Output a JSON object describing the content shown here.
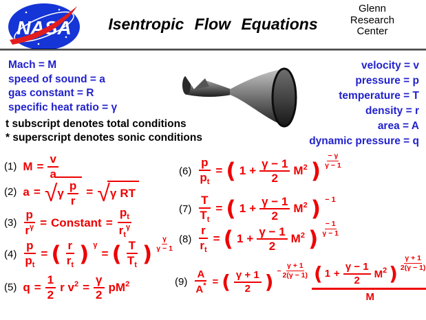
{
  "header": {
    "logo_text": "NASA",
    "title": "Isentropic Flow Equations",
    "org": [
      "Glenn",
      "Research",
      "Center"
    ]
  },
  "colors": {
    "definition_blue": "#2222cc",
    "equation_red": "#ee0000",
    "nasa_logo_blue": "#1535d6",
    "nasa_swoosh_red": "#e21d1d",
    "rule_black": "#000000"
  },
  "definitions_left": [
    "Mach = M",
    "speed of sound = a",
    "gas constant = R",
    "specific heat ratio = γ"
  ],
  "definitions_right": [
    "velocity = v",
    "pressure = p",
    "temperature = T",
    "density = r",
    "area = A",
    "dynamic pressure = q"
  ],
  "notes": [
    "t subscript denotes total conditions",
    "* superscript denotes sonic conditions"
  ],
  "illustration": "converging-diverging rocket nozzle",
  "eqnums": [
    "(1)",
    "(2)",
    "(3)",
    "(4)",
    "(5)",
    "(6)",
    "(7)",
    "(8)",
    "(9)"
  ],
  "sym": {
    "eq": "=",
    "plus": "+",
    "minus": "−",
    "one": "1",
    "two": "2",
    "sup2": "2",
    "gamma": "γ",
    "gm1": "γ − 1",
    "gp1": "γ + 1",
    "tgm1": "2(γ − 1)",
    "neg_gamma": "− γ",
    "neg_one": "− 1",
    "M": "M",
    "v": "v",
    "a": "a",
    "p": "p",
    "r": "r",
    "T": "T",
    "q": "q",
    "A": "A",
    "t": "t",
    "star": "*",
    "RT": "RT",
    "constant": "Constant",
    "lp": "(",
    "rp": ")",
    "radical": "√"
  }
}
